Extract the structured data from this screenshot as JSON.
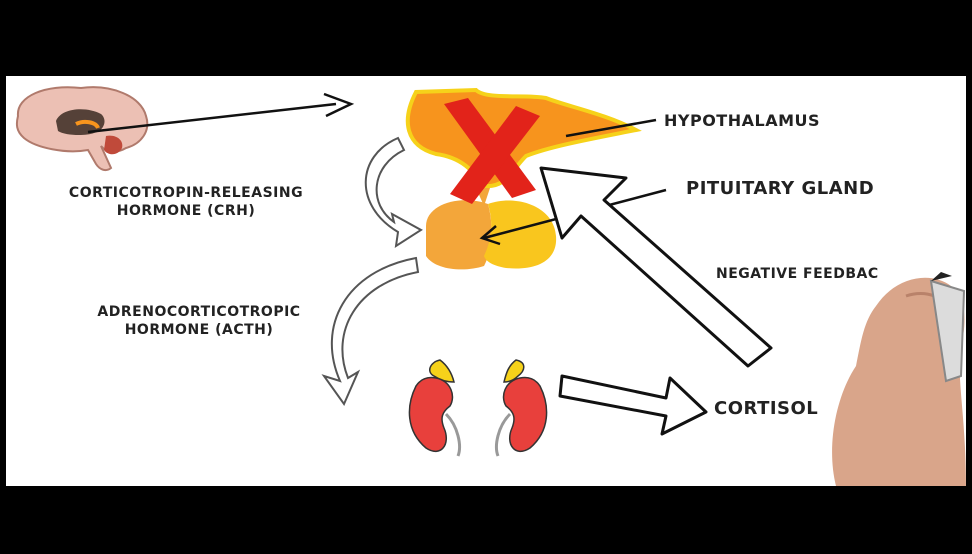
{
  "labels": {
    "hypothalamus": "HYPOTHALAMUS",
    "pituitary": "PITUITARY GLAND",
    "crh_line1": "CORTICOTROPIN-RELEASING",
    "crh_line2": "HORMONE (CRH)",
    "acth_line1": "ADRENOCORTICOTROPIC",
    "acth_line2": "HORMONE (ACTH)",
    "feedback": "NEGATIVE FEEDBAC",
    "cortisol": "CORTISOL"
  },
  "colors": {
    "hypothalamus": "#f7941d",
    "hypothalamus_outline": "#f6d21a",
    "pituitary_left": "#f3a63a",
    "pituitary_right": "#f9c61e",
    "cross": "#e2231a",
    "kidney": "#e8403c",
    "adrenal": "#f6d21a",
    "brain": "#e8b3a5"
  }
}
